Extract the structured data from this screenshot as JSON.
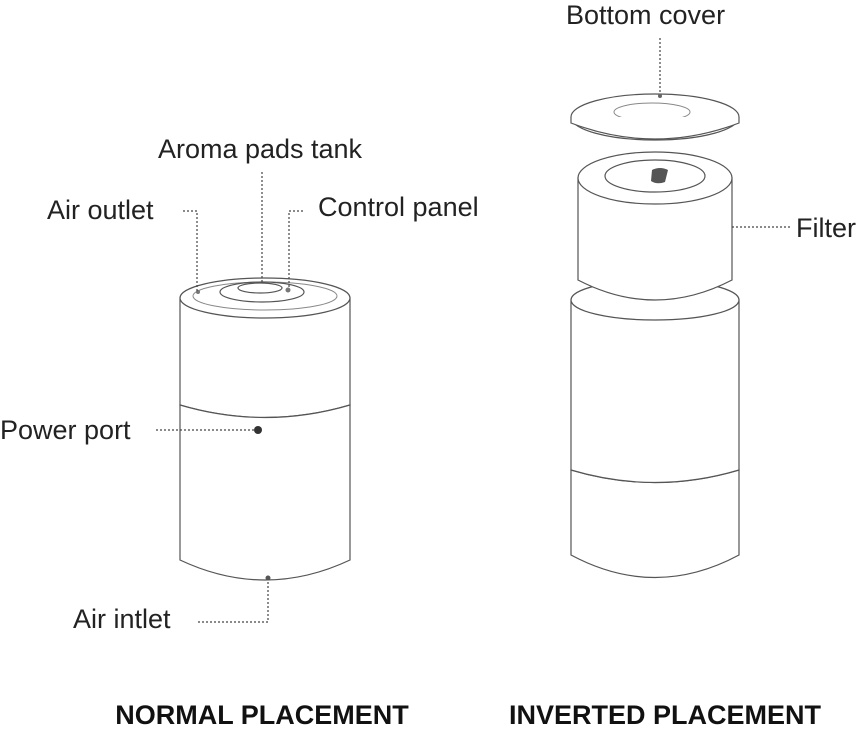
{
  "labels": {
    "aroma_pads_tank": "Aroma pads tank",
    "air_outlet": "Air outlet",
    "control_panel": "Control panel",
    "power_port": "Power port",
    "air_inlet": "Air intlet",
    "bottom_cover": "Bottom cover",
    "filter": "Filter"
  },
  "captions": {
    "normal": "NORMAL PLACEMENT",
    "inverted": "INVERTED PLACEMENT"
  },
  "colors": {
    "line": "#555555",
    "text": "#222222",
    "mesh": "#bdbdbd"
  }
}
